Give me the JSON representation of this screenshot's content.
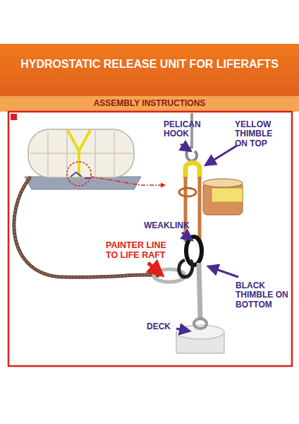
{
  "diagram": {
    "title": "HYDROSTATIC RELEASE UNIT FOR LIFERAFTS",
    "labels": [
      "ASSEMBLY INSTRUCTIONS",
      "PELICAN HOOK",
      "YELLOW THIMBLE ON TOP",
      "WEAKLINK",
      "PAINTER LINE TO LIFE RAFT",
      "BLACK THIMBLE ON BOTTOM",
      "DECK"
    ]
  }
}
